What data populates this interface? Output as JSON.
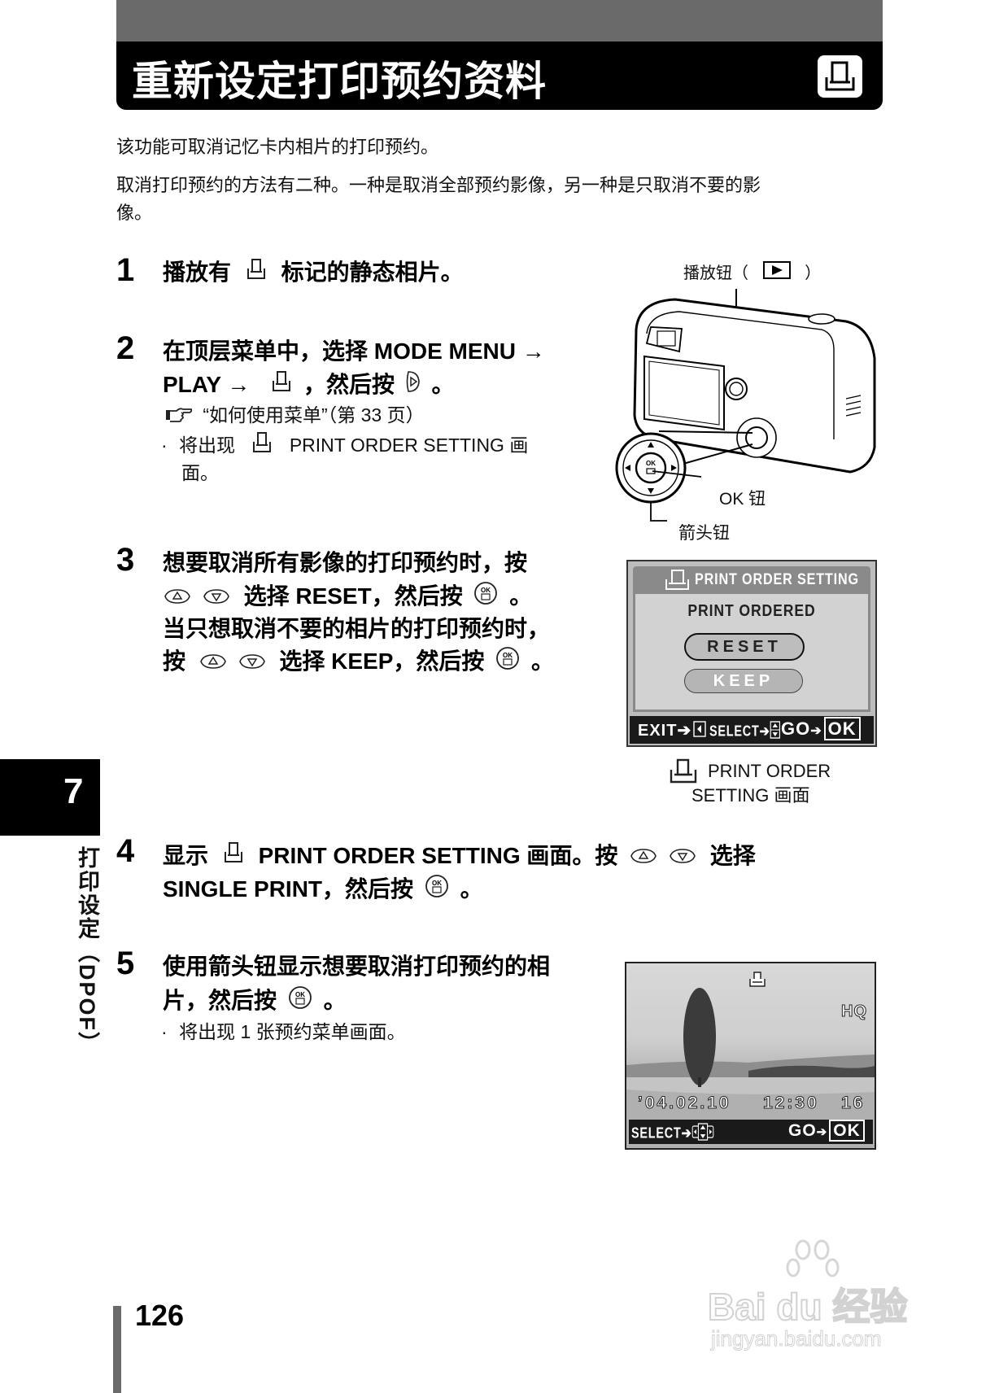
{
  "header": {
    "title": "重新设定打印预约资料",
    "icon": "print-order-icon"
  },
  "intro": {
    "line1": "该功能可取消记忆卡内相片的打印预约。",
    "line2": "取消打印预约的方法有二种。一种是取消全部预约影像，另一种是只取消不要的影",
    "line2_cont": "像。"
  },
  "steps": [
    {
      "num": "1",
      "parts": [
        "播放有",
        "标记的静态相片。"
      ]
    },
    {
      "num": "2",
      "line1": "在顶层菜单中，选择 MODE MENU →",
      "line2_a": "PLAY →",
      "line2_b": "，然后按",
      "line2_c": "。",
      "ref": "“如何使用菜单”（第 33 页）",
      "bullet_a": "将出现",
      "bullet_b": "PRINT  ORDER  SETTING 画",
      "bullet_cont": "面。"
    },
    {
      "num": "3",
      "line1": "想要取消所有影像的打印预约时，按",
      "line2_a": "选择 RESET，然后按",
      "line2_b": "。",
      "line3": "当只想取消不要的相片的打印预约时，",
      "line4_a": "按",
      "line4_b": "选择 KEEP，然后按",
      "line4_c": "。"
    },
    {
      "num": "4",
      "line1_a": "显示",
      "line1_b": "PRINT ORDER SETTING 画面。按",
      "line1_c": "选择",
      "line2_a": "SINGLE PRINT，然后按",
      "line2_b": "。"
    },
    {
      "num": "5",
      "line1": "使用箭头钮显示想要取消打印预约的相",
      "line2_a": "片，然后按",
      "line2_b": "。",
      "bullet": "将出现 1 张预约菜单画面。"
    }
  ],
  "camera_figure": {
    "play_button_label_a": "播放钮（",
    "play_button_label_b": "）",
    "ok_button_label": "OK 钮",
    "arrow_button_label": "箭头钮",
    "ok_glyph": "OK"
  },
  "lcd_print_order": {
    "title": "PRINT ORDER SETTING",
    "status": "PRINT ORDERED",
    "options": [
      "RESET",
      "KEEP"
    ],
    "selected": "RESET",
    "footer": {
      "exit": "EXIT",
      "select": "SELECT",
      "go": "GO",
      "ok": "OK"
    },
    "caption_line1": "PRINT ORDER",
    "caption_line2": "SETTING 画面"
  },
  "lcd_playback": {
    "quality": "HQ",
    "date": "’04.02.10",
    "time": "12:30",
    "frame": "16",
    "footer": {
      "select": "SELECT",
      "go": "GO",
      "ok": "OK"
    }
  },
  "chapter": {
    "number": "7",
    "title": "打印设定（DPOF）"
  },
  "page_number": "126",
  "watermark": {
    "brand": "Bai du 经验",
    "url": "jingyan.baidu.com"
  }
}
